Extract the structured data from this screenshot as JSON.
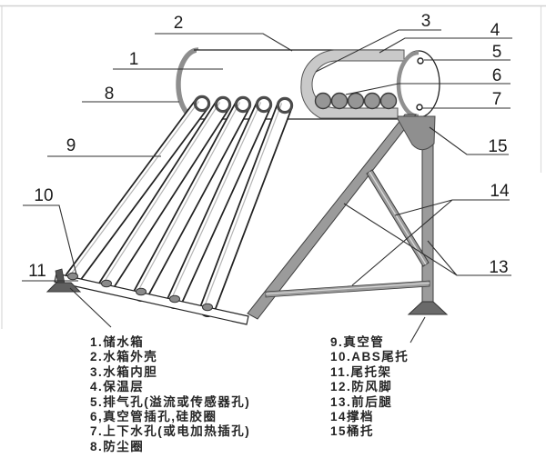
{
  "callouts": {
    "c1": "1",
    "c2": "2",
    "c3": "3",
    "c4": "4",
    "c5": "5",
    "c6": "6",
    "c7": "7",
    "c8": "8",
    "c9": "9",
    "c10": "10",
    "c11": "11",
    "c13": "13",
    "c14": "14",
    "c15": "15"
  },
  "legend": {
    "left": [
      "1.储水箱",
      "2.水箱外壳",
      "3.水箱内胆",
      "4.保温层",
      "5.排气孔(溢流或传感器孔)",
      "6,真空管插孔,硅胶圈",
      "7.上下水孔(或电加热插孔)",
      "8.防尘圈"
    ],
    "right": [
      "9.真空管",
      "10.ABS尾托",
      "11.尾托架",
      "12.防风脚",
      "13.前后腿",
      "14撑档",
      "15桶托"
    ]
  },
  "colors": {
    "background": "#ffffff",
    "line": "#2f2f2f",
    "metal": "#9b9b9b",
    "metal_dark": "#6a6a6a",
    "insulation_band": "#c9c9c9",
    "tube_hole": "#969696",
    "tube_ring": "#4b4b4b"
  }
}
